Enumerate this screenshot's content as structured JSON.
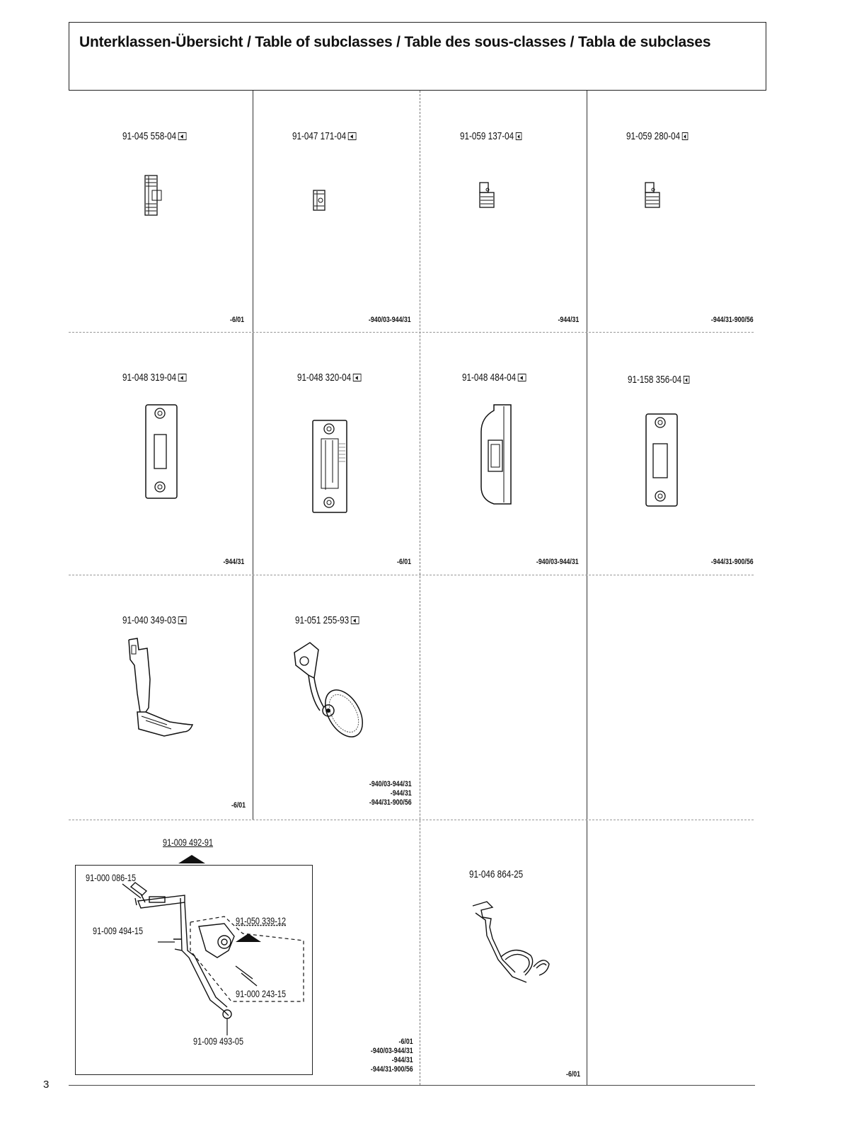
{
  "header": {
    "title": "Unterklassen-Übersicht / Table of subclasses / Table des sous-classes / Tabla de subclases"
  },
  "cells": [
    {
      "part": "91-045 558-04",
      "subclass": "-6/01"
    },
    {
      "part": "91-047 171-04",
      "subclass": "-940/03-944/31"
    },
    {
      "part": "91-059 137-04",
      "subclass": "-944/31"
    },
    {
      "part": "91-059 280-04",
      "subclass": "-944/31-900/56"
    },
    {
      "part": "91-048 319-04",
      "subclass": "-944/31"
    },
    {
      "part": "91-048 320-04",
      "subclass": "-6/01"
    },
    {
      "part": "91-048 484-04",
      "subclass": "-940/03-944/31"
    },
    {
      "part": "91-158 356-04",
      "subclass": "-944/31-900/56"
    },
    {
      "part": "91-040 349-03",
      "subclass": "-6/01"
    },
    {
      "part": "91-051 255-93",
      "subclass": [
        "-940/03-944/31",
        "-944/31",
        "-944/31-900/56"
      ]
    }
  ],
  "assembly": {
    "main_part": "91-009 492-91",
    "parts": {
      "screw": "91-000 086-15",
      "bracket": "91-009 494-15",
      "clamp": "91-050 339-12",
      "clamp_screw": "91-000 243-15",
      "guide": "91-009 493-05"
    },
    "subclasses": [
      "-6/01",
      "-940/03-944/31",
      "-944/31",
      "-944/31-900/56"
    ]
  },
  "guide_part": {
    "part": "91-046 864-25",
    "subclass": "-6/01"
  },
  "page_number": "3"
}
